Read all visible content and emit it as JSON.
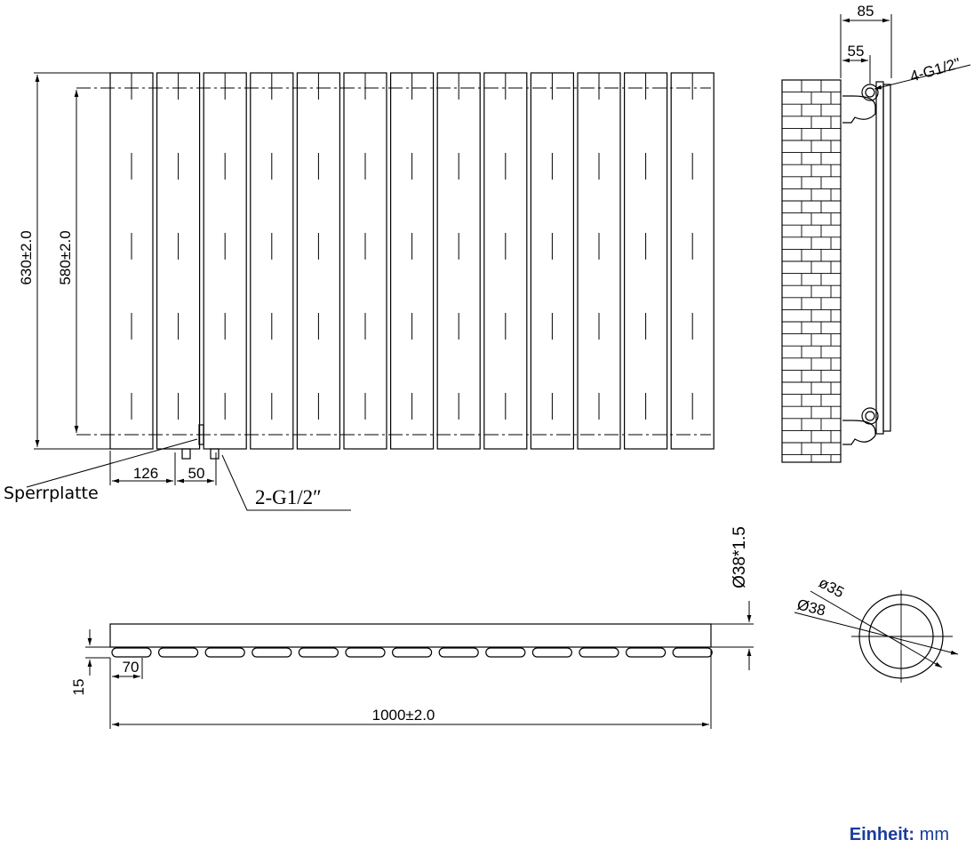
{
  "front_view": {
    "height_label": "630±2.0",
    "pipe_spacing_label": "580±2.0",
    "offset_label": "126",
    "connector_spacing_label": "50",
    "connector_label": "2-G1/2″",
    "valve_label": "Sperrplatte",
    "tube_count": 13
  },
  "side_view": {
    "depth_label": "85",
    "wall_offset_label": "55",
    "connector_label": "4-G1/2\""
  },
  "top_view": {
    "width_label": "1000±2.0",
    "tube_depth_label": "15",
    "tube_pitch_label": "70",
    "header_label": "Ø38*1.5"
  },
  "section": {
    "inner_label": "ø35",
    "outer_label": "Ø38"
  },
  "unit": {
    "label": "Einheit:",
    "value": "mm"
  },
  "colors": {
    "line": "#000000",
    "unit_text": "#1b3c9e"
  }
}
